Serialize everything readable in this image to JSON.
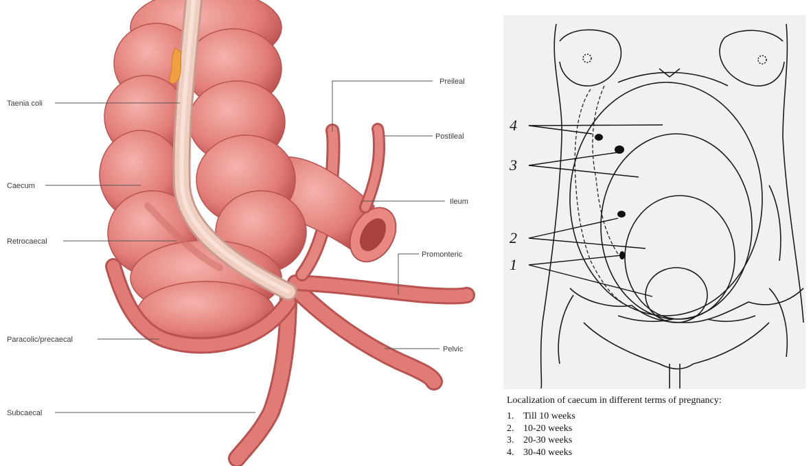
{
  "left_figure": {
    "labels": {
      "taenia_coli": "Taenia coli",
      "caecum": "Caecum",
      "retrocaecal": "Retrocaecal",
      "paracolic": "Paracolic/precaecal",
      "subcaecal": "Subcaecal",
      "preileal": "Preileal",
      "postileal": "Postileal",
      "ileum": "Ileum",
      "promonteric": "Promonteric",
      "pelvic": "Pelvic"
    },
    "colors": {
      "bowel": "#e27d78",
      "bowel_dark": "#c25a58",
      "bowel_light": "#f4aca6",
      "taenia": "#efc6b8",
      "appendix": "#de7370",
      "fat": "#f0a040"
    }
  },
  "right_figure": {
    "markers": [
      "4",
      "3",
      "2",
      "1"
    ],
    "caption": {
      "title": "Localization of caecum in different terms of pregnancy:",
      "items": [
        {
          "num": "1.",
          "text": "Till 10 weeks"
        },
        {
          "num": "2.",
          "text": "10-20 weeks"
        },
        {
          "num": "3.",
          "text": "20-30 weeks"
        },
        {
          "num": "4.",
          "text": "30-40 weeks"
        }
      ]
    }
  }
}
